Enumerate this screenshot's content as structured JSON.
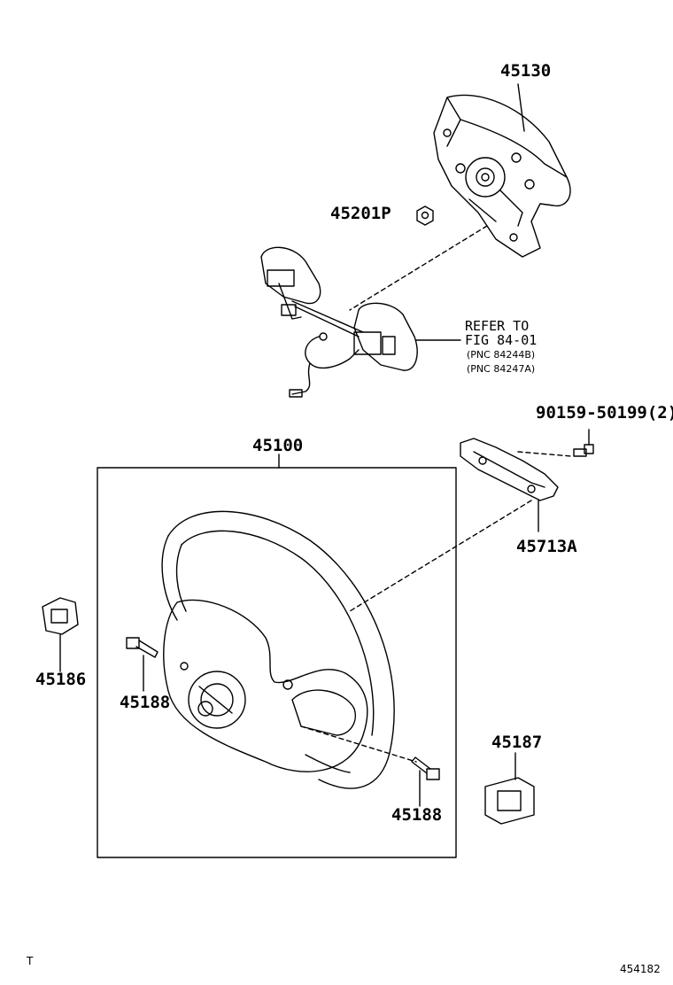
{
  "parts": {
    "pad_45130": "45130",
    "nut_45201P": "45201P",
    "wheel_45100": "45100",
    "bolt_90159": "90159-50199(2)",
    "bracket_45713A": "45713A",
    "cover_45186": "45186",
    "screw_45188_left": "45188",
    "cover_45187": "45187",
    "screw_45188_right": "45188"
  },
  "reference": {
    "line1": "REFER TO",
    "line2": "FIG 84-01",
    "pnc1": "(PNC 84244B)",
    "pnc2": "(PNC 84247A)"
  },
  "footer": {
    "left_mark": "T",
    "figure_id": "454182"
  }
}
